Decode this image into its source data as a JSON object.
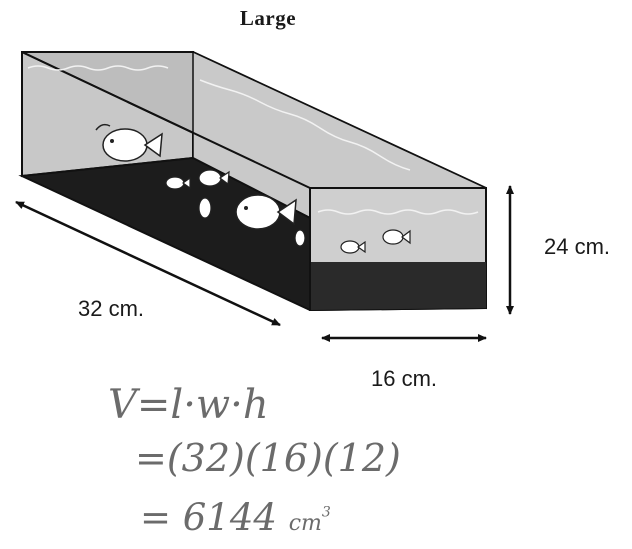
{
  "figure": {
    "title": "Large",
    "dimensions": {
      "length": "32 cm.",
      "height": "24 cm.",
      "width": "16 cm."
    }
  },
  "work": {
    "line1": "V=l·w·h",
    "line2": "=(32)(16)(12)",
    "line3_value": "= 6144",
    "line3_unit": "cm",
    "line3_exp": "3"
  },
  "colors": {
    "water": "#c4c4c4",
    "floor": "#1c1c1c",
    "ink": "#111111",
    "handwriting": "#6b6b6b"
  }
}
